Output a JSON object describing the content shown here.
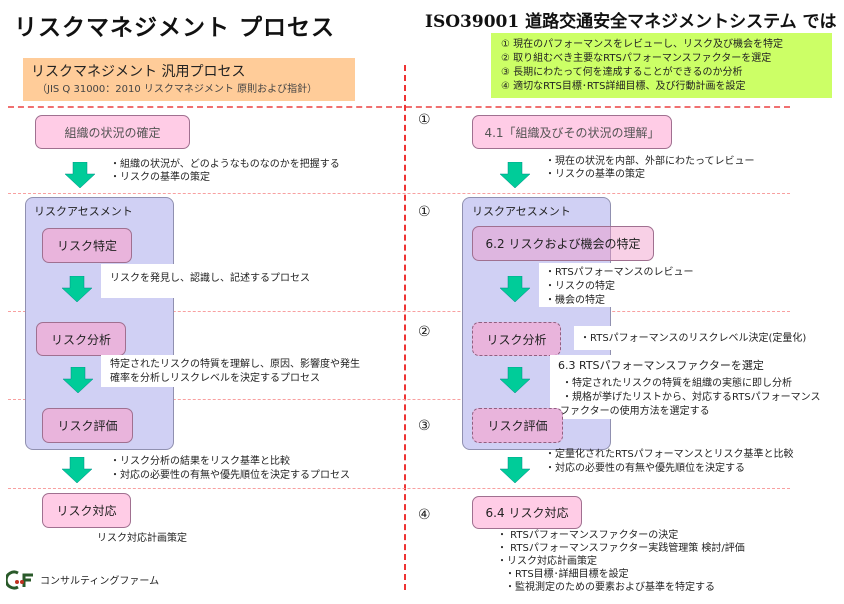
{
  "left": {
    "title": "リスクマネジメント プロセス",
    "header_title": "リスクマネジメント 汎用プロセス",
    "header_sub": "（JIS Q 31000：2010 リスクマネジメント 原則および指針）",
    "context_box": "組織の状況の確定",
    "context_notes": [
      "・組織の状況が、どのようなものなのかを把握する",
      "・リスクの基準の策定"
    ],
    "assessment_label": "リスクアセスメント",
    "identify_box": "リスク特定",
    "identify_note": "リスクを発見し、認識し、記述するプロセス",
    "analysis_box": "リスク分析",
    "analysis_notes": [
      "特定されたリスクの特質を理解し、原因、影響度や発生",
      "確率を分析しリスクレベルを決定するプロセス"
    ],
    "evaluation_box": "リスク評価",
    "evaluation_notes": [
      "・リスク分析の結果をリスク基準と比較",
      "・対応の必要性の有無や優先順位を決定するプロセス"
    ],
    "treatment_box": "リスク対応",
    "treatment_note": "リスク対応計画策定",
    "logo_text": "コンサルティングファーム"
  },
  "right": {
    "title": "ISO39001 道路交通安全マネジメントシステム では",
    "summary": [
      "①  現在のパフォーマンスをレビューし、リスク及び機会を特定",
      "②  取り組むべき主要なRTSパフォーマンスファクターを選定",
      "③  長期にわたって何を達成することができるのか分析",
      "④  適切なRTS目標･RTS詳細目標、及び行動計画を設定"
    ],
    "step_numbers": [
      "①",
      "①",
      "②",
      "③",
      "④"
    ],
    "context_box": "4.1「組織及びその状況の理解」",
    "context_notes": [
      "・現在の状況を内部、外部にわたってレビュー",
      "・リスクの基準の策定"
    ],
    "assessment_label": "リスクアセスメント",
    "identify_box": "6.2 リスクおよび機会の特定",
    "identify_notes": [
      "・RTSパフォーマンスのレビュー",
      "・リスクの特定",
      "・機会の特定"
    ],
    "analysis_box": "リスク分析",
    "analysis_note": "・RTSパフォーマンスのリスクレベル決定(定量化)",
    "factor_heading": "6.3 RTSパフォーマンスファクターを選定",
    "factor_notes": [
      "・特定されたリスクの特質を組織の実態に即し分析",
      "・規格が挙げたリストから、対応するRTSパフォーマンス",
      "ファクターの使用方法を選定する"
    ],
    "evaluation_box": "リスク評価",
    "evaluation_notes": [
      "・定量化されたRTSパフォーマンスとリスク基準と比較",
      "・対応の必要性の有無や優先順位を決定する"
    ],
    "treatment_box": "6.4 リスク対応",
    "treatment_notes": [
      "・ RTSパフォーマンスファクターの決定",
      "・ RTSパフォーマンスファクター実践管理策 検討/評価",
      "・リスク対応計画策定",
      "・RTS目標･詳細目標を設定",
      "・監視測定のための要素および基準を特定する"
    ]
  },
  "colors": {
    "summary_bg": "#ccff66",
    "header_bg": "#ffcc99",
    "box_pink": "#ffcce6",
    "assessment_bg": "#d0d0f4",
    "arrow": "#00cc99",
    "divider": "#e33333"
  }
}
